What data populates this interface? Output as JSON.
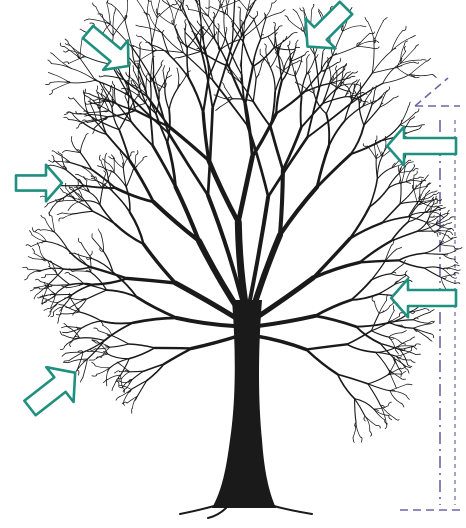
{
  "diagram": {
    "subject": "tree-crown-thinning",
    "colors": {
      "ink": "#1a1a1a",
      "arrow_stroke": "#1f8f7f",
      "arrow_fill": "#ffffff",
      "building_line": "#6b66a8",
      "background": "#ffffff"
    },
    "arrows": [
      {
        "id": "top-left",
        "icon": "arrow-down-right-icon"
      },
      {
        "id": "top-right",
        "icon": "arrow-down-left-icon"
      },
      {
        "id": "mid-left",
        "icon": "arrow-right-icon"
      },
      {
        "id": "upper-right",
        "icon": "arrow-left-icon"
      },
      {
        "id": "lower-right",
        "icon": "arrow-left-icon"
      },
      {
        "id": "bottom-left",
        "icon": "arrow-up-right-icon"
      }
    ]
  }
}
